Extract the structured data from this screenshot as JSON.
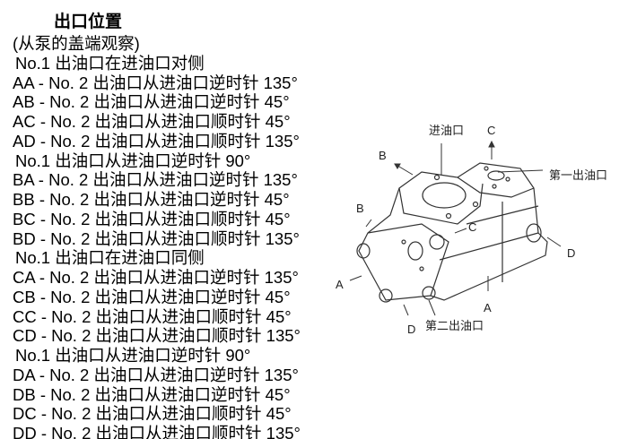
{
  "title": "出口位置",
  "subtitle": "(从泵的盖端观察)",
  "groups": [
    {
      "header": "No.1 出油口在进油口对侧",
      "items": [
        "AA - No. 2 出油口从进油口逆时针 135°",
        "AB - No. 2 出油口从进油口逆时针 45°",
        "AC - No. 2 出油口从进油口顺时针 45°",
        "AD - No. 2 出油口从进油口顺时针 135°"
      ]
    },
    {
      "header": "No.1 出油口从进油口逆时针 90°",
      "items": [
        "BA - No. 2 出油口从进油口逆时针 135°",
        "BB - No. 2 出油口从进油口逆时针 45°",
        "BC - No. 2 出油口从进油口顺时针 45°",
        "BD - No. 2 出油口从进油口顺时针 135°"
      ]
    },
    {
      "header": "No.1 出油口在进油口同侧",
      "items": [
        "CA - No. 2 出油口从进油口逆时针 135°",
        "CB - No. 2 出油口从进油口逆时针 45°",
        "CC - No. 2 出油口从进油口顺时针 45°",
        "CD - No. 2 出油口从进油口顺时针 135°"
      ]
    },
    {
      "header": "No.1 出油口从进油口逆时针 90°",
      "items": [
        "DA - No. 2 出油口从进油口逆时针 135°",
        "DB - No. 2 出油口从进油口逆时针 45°",
        "DC - No. 2 出油口从进油口顺时针 45°",
        "DD - No. 2 出油口从进油口顺时针 135°"
      ]
    }
  ],
  "diagram": {
    "inlet": "进油口",
    "outlet1": "第一出油口",
    "outlet2": "第二出油口",
    "A": "A",
    "B": "B",
    "C": "C",
    "D": "D"
  }
}
